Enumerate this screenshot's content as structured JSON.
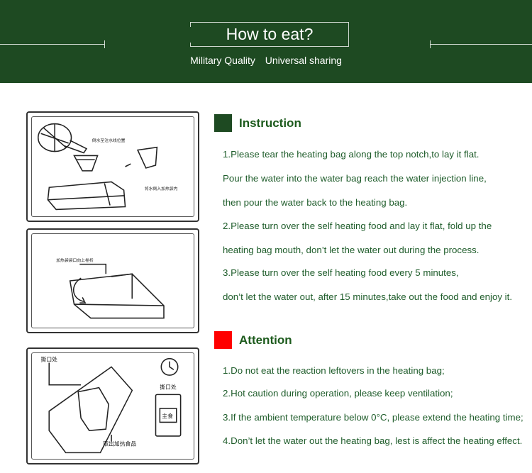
{
  "header": {
    "title": "How to eat?",
    "subtitle_1": "Military Quality",
    "subtitle_2": "Universal sharing"
  },
  "colors": {
    "banner": "#1e4a22",
    "instruction_square": "#1e4a22",
    "attention_square": "#ff0000",
    "text_green": "#1e5c2a"
  },
  "instruction": {
    "title": "Instruction",
    "lines": [
      "1.Please tear the heating bag along the top notch,to lay it flat.",
      "Pour the water into the water bag reach the water injection line,",
      "then pour the water back to the heating bag.",
      "2.Please turn over the self heating food and lay it flat, fold up the",
      "heating bag mouth, don’t let the water out during the process.",
      "3.Please turn over the self heating food every 5 minutes,",
      "don’t let the water out, after 15 minutes,take out the food and enjoy it."
    ]
  },
  "attention": {
    "title": "Attention",
    "lines": [
      "1.Do not eat the reaction leftovers in the heating bag;",
      "2.Hot caution during operation, please keep ventilation;",
      "3.If the ambient temperature below 0°C, please extend the heating time;",
      "4.Don’t let the water out the heating bag, lest is affect the heating effect."
    ]
  },
  "panels": {
    "panel1_label_top": "倒水至注水线位置",
    "panel1_label_bottom": "将水倒入加热袋内",
    "panel2_label": "加热袋袋口向上卷折",
    "panel3_label_notch": "撕口处",
    "panel3_label_notch2": "撕口处",
    "panel3_label_food": "主食",
    "panel3_label_takeout": "取出加热食品"
  }
}
